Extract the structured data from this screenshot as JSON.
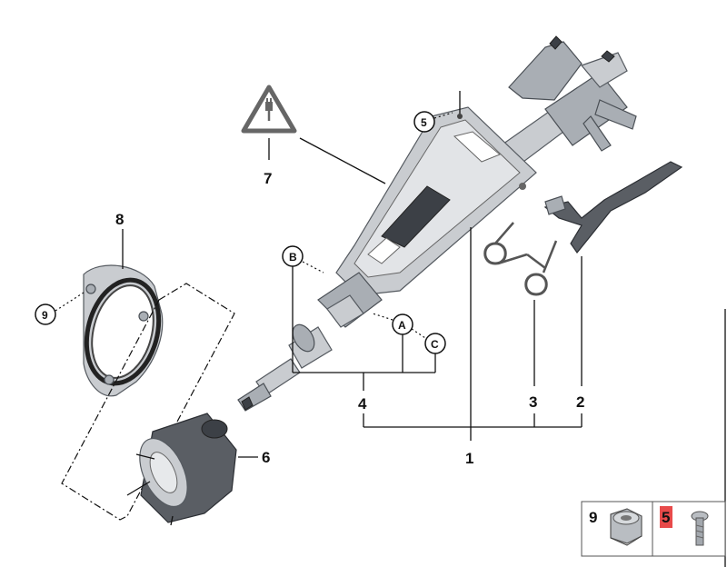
{
  "callouts": {
    "c1": "1",
    "c2": "2",
    "c3": "3",
    "c4": "4",
    "c6": "6",
    "c7": "7",
    "c8": "8"
  },
  "circled": {
    "A": "A",
    "B": "B",
    "C": "C",
    "five": "5",
    "nine": "9"
  },
  "legend": {
    "cell_9_label": "9",
    "cell_5_label": "5"
  },
  "colors": {
    "highlight": "#e84a4a"
  }
}
